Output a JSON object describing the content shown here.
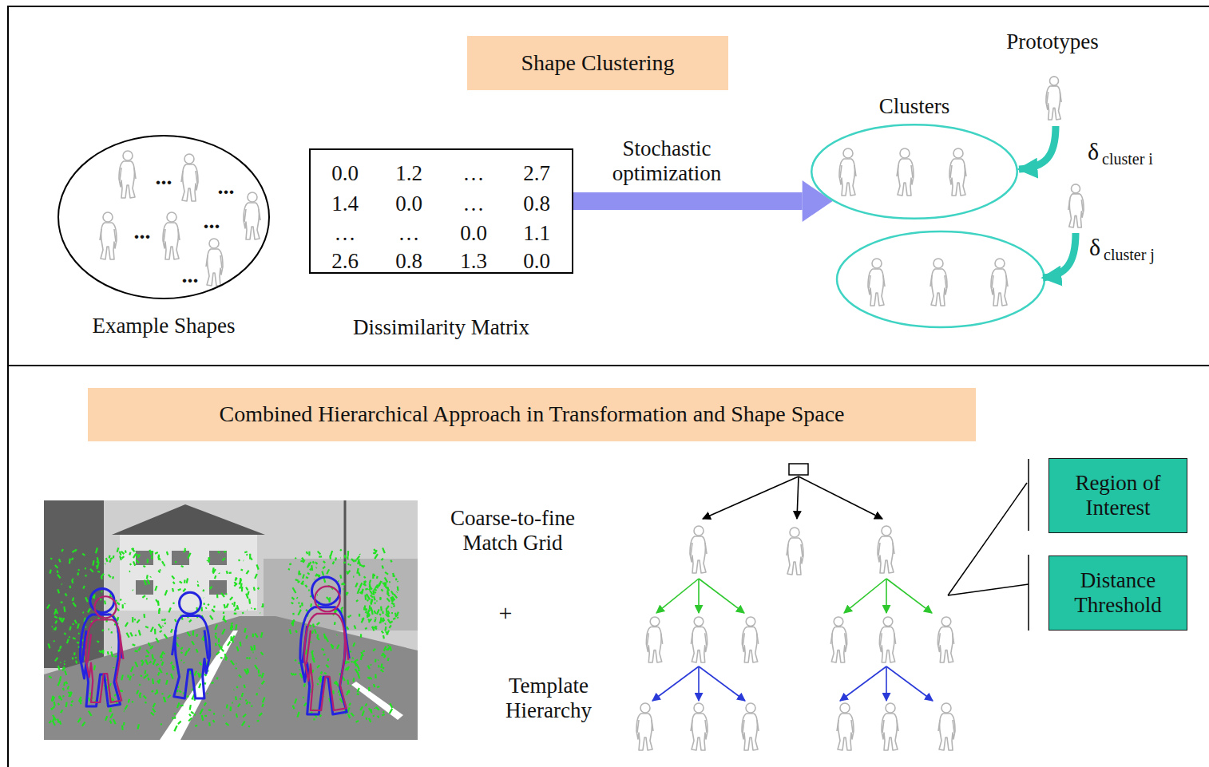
{
  "diagram": {
    "nodes": [
      {
        "text": [
          "Shape Clustering"
        ]
      },
      {
        "text": [
          "Example Shapes"
        ]
      },
      {
        "text": [
          "Dissimilarity Matrix"
        ]
      },
      {
        "text": [
          "Clusters"
        ]
      },
      {
        "text": [
          "Combined Hierarchical Approach in Transformation and Shape Space"
        ]
      },
      {
        "text": [
          "Region of Interest"
        ]
      },
      {
        "text": [
          "Distance Threshold"
        ]
      }
    ],
    "edges": [
      {
        "from": 2,
        "to": 3,
        "arrow": "to",
        "label": "Stochastic optimization"
      }
    ],
    "labels": [
      "...",
      "...",
      "...",
      "...",
      "...",
      "0.0",
      "1.2",
      "…",
      "2.7",
      "1.4",
      "0.0",
      "…",
      "0.8",
      "…",
      "…",
      "0.0",
      "1.1",
      "2.6",
      "0.8",
      "1.3",
      "0.0",
      "Prototypes",
      "δ",
      "cluster i",
      "δ",
      "cluster j",
      "Coarse-to-fine Match Grid",
      "+",
      "Template Hierarchy"
    ]
  }
}
